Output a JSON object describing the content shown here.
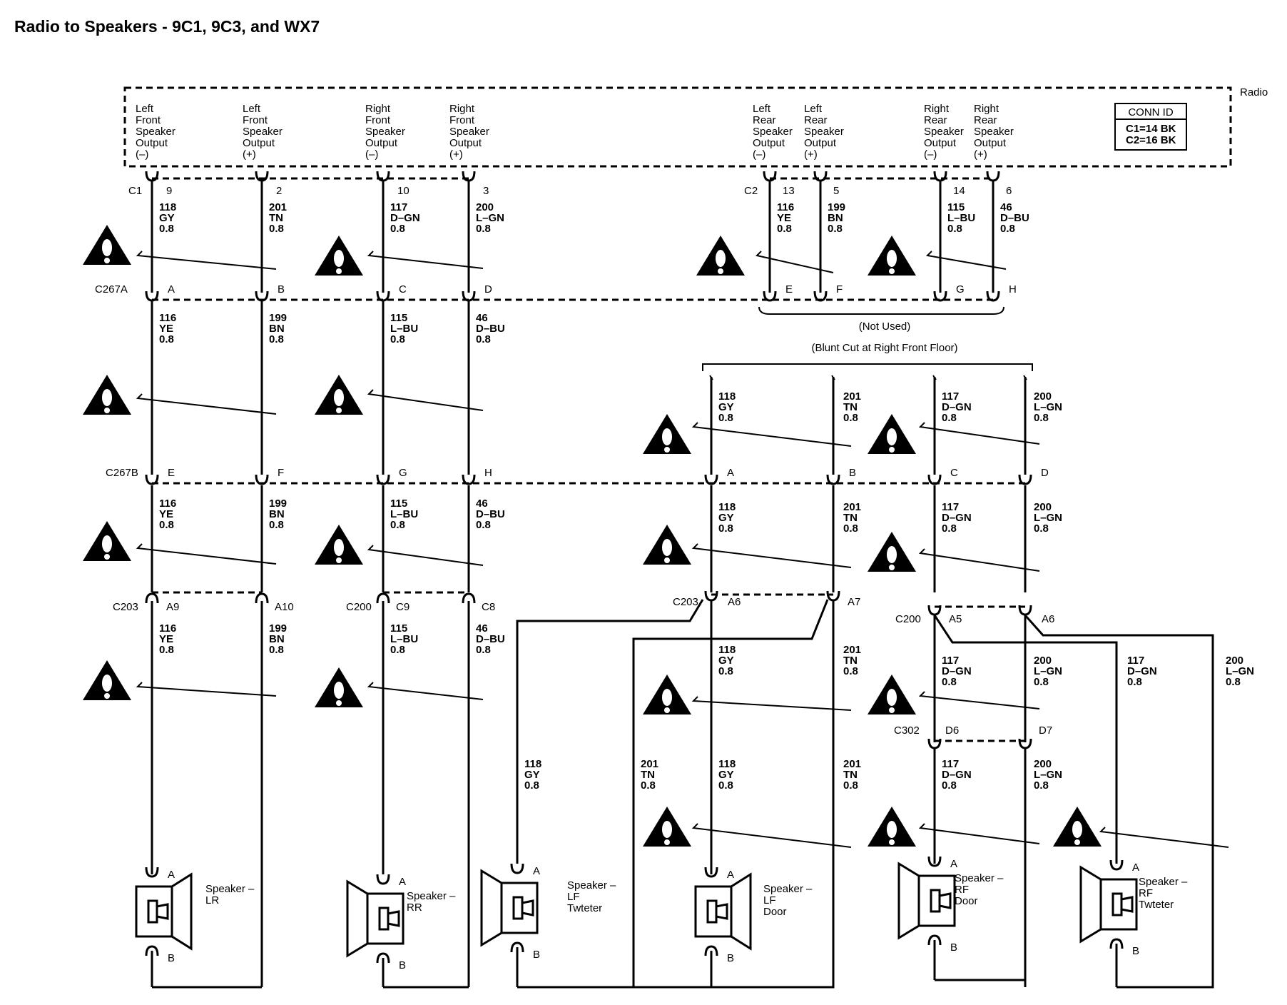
{
  "title": "Radio to Speakers - 9C1, 9C3, and WX7",
  "radio": {
    "label": "Radio",
    "conn_id": {
      "title": "CONN ID",
      "lines": [
        "C1=14 BK",
        "C2=16 BK"
      ]
    },
    "outputs": [
      {
        "lines": [
          "Left",
          "Front",
          "Speaker",
          "Output",
          "(–)"
        ]
      },
      {
        "lines": [
          "Left",
          "Front",
          "Speaker",
          "Output",
          "(+)"
        ]
      },
      {
        "lines": [
          "Right",
          "Front",
          "Speaker",
          "Output",
          "(–)"
        ]
      },
      {
        "lines": [
          "Right",
          "Front",
          "Speaker",
          "Output",
          "(+)"
        ]
      },
      {
        "lines": [
          "Left",
          "Rear",
          "Speaker",
          "Output",
          "(–)"
        ]
      },
      {
        "lines": [
          "Left",
          "Rear",
          "Speaker",
          "Output",
          "(+)"
        ]
      },
      {
        "lines": [
          "Right",
          "Rear",
          "Speaker",
          "Output",
          "(–)"
        ]
      },
      {
        "lines": [
          "Right",
          "Rear",
          "Speaker",
          "Output",
          "(+)"
        ]
      }
    ]
  },
  "connectors": {
    "c1": "C1",
    "c2": "C2",
    "c267a": "C267A",
    "c267b": "C267B",
    "c203_left": "C203",
    "c200_left": "C200",
    "c203_right": "C203",
    "c200_right": "C200",
    "c302": "C302"
  },
  "pins": {
    "c1": [
      "9",
      "2",
      "10",
      "3"
    ],
    "c2": [
      "13",
      "5",
      "14",
      "6"
    ],
    "c267a": [
      "A",
      "B",
      "C",
      "D",
      "E",
      "F",
      "G",
      "H"
    ],
    "c267b": [
      "E",
      "F",
      "G",
      "H",
      "A",
      "B",
      "C",
      "D"
    ],
    "c203_left": [
      "A9",
      "A10"
    ],
    "c200_left": [
      "C9",
      "C8"
    ],
    "c203_right": [
      "A6",
      "A7"
    ],
    "c200_right": [
      "A5",
      "A6"
    ],
    "c302": [
      "D6",
      "D7"
    ]
  },
  "notes": {
    "not_used": "(Not Used)",
    "blunt_cut": "(Blunt Cut at Right Front Floor)"
  },
  "wire_labels": [
    [
      "118",
      "GY",
      "0.8"
    ],
    [
      "201",
      "TN",
      "0.8"
    ],
    [
      "117",
      "D–GN",
      "0.8"
    ],
    [
      "200",
      "L–GN",
      "0.8"
    ],
    [
      "116",
      "YE",
      "0.8"
    ],
    [
      "199",
      "BN",
      "0.8"
    ],
    [
      "115",
      "L–BU",
      "0.8"
    ],
    [
      "46",
      "D–BU",
      "0.8"
    ],
    [
      "116",
      "YE",
      "0.8"
    ],
    [
      "199",
      "BN",
      "0.8"
    ],
    [
      "115",
      "L–BU",
      "0.8"
    ],
    [
      "46",
      "D–BU",
      "0.8"
    ],
    [
      "116",
      "YE",
      "0.8"
    ],
    [
      "199",
      "BN",
      "0.8"
    ],
    [
      "115",
      "L–BU",
      "0.8"
    ],
    [
      "46",
      "D–BU",
      "0.8"
    ],
    [
      "116",
      "YE",
      "0.8"
    ],
    [
      "199",
      "BN",
      "0.8"
    ],
    [
      "115",
      "L–BU",
      "0.8"
    ],
    [
      "46",
      "D–BU",
      "0.8"
    ],
    [
      "118",
      "GY",
      "0.8"
    ],
    [
      "201",
      "TN",
      "0.8"
    ],
    [
      "117",
      "D–GN",
      "0.8"
    ],
    [
      "200",
      "L–GN",
      "0.8"
    ],
    [
      "118",
      "GY",
      "0.8"
    ],
    [
      "201",
      "TN",
      "0.8"
    ],
    [
      "117",
      "D–GN",
      "0.8"
    ],
    [
      "200",
      "L–GN",
      "0.8"
    ],
    [
      "118",
      "GY",
      "0.8"
    ],
    [
      "201",
      "TN",
      "0.8"
    ],
    [
      "117",
      "D–GN",
      "0.8"
    ],
    [
      "200",
      "L–GN",
      "0.8"
    ],
    [
      "117",
      "D–GN",
      "0.8"
    ],
    [
      "200",
      "L–GN",
      "0.8"
    ],
    [
      "118",
      "GY",
      "0.8"
    ],
    [
      "201",
      "TN",
      "0.8"
    ],
    [
      "118",
      "GY",
      "0.8"
    ],
    [
      "201",
      "TN",
      "0.8"
    ],
    [
      "117",
      "D–GN",
      "0.8"
    ],
    [
      "200",
      "L–GN",
      "0.8"
    ]
  ],
  "speakers": [
    {
      "lines": [
        "Speaker –",
        "LR"
      ],
      "pin_a": "A",
      "pin_b": "B"
    },
    {
      "lines": [
        "Speaker –",
        "RR"
      ],
      "pin_a": "A",
      "pin_b": "B"
    },
    {
      "lines": [
        "Speaker –",
        "LF",
        "Twteter"
      ],
      "pin_a": "A",
      "pin_b": "B"
    },
    {
      "lines": [
        "Speaker –",
        "LF",
        "Door"
      ],
      "pin_a": "A",
      "pin_b": "B"
    },
    {
      "lines": [
        "Speaker –",
        "RF",
        "Door"
      ],
      "pin_a": "A",
      "pin_b": "B"
    },
    {
      "lines": [
        "Speaker –",
        "RF",
        "Twteter"
      ],
      "pin_a": "A",
      "pin_b": "B"
    }
  ],
  "icons": [
    "warning-triangle-icon",
    "speaker-icon",
    "connector-terminal-icon"
  ]
}
